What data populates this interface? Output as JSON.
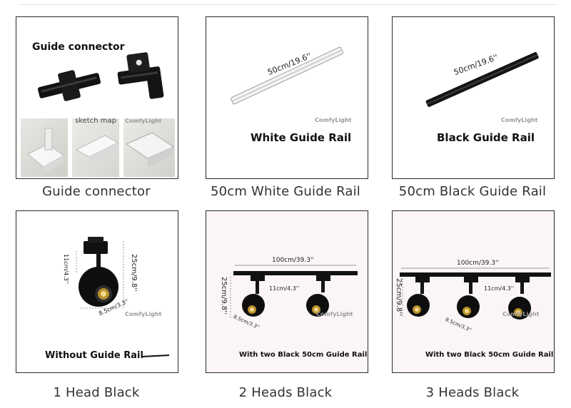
{
  "products": [
    {
      "caption": "Guide connector",
      "label": "Guide connector",
      "sketch_label": "sketch map",
      "watermark": "ComfyLight",
      "icon": "guide-connector"
    },
    {
      "caption": "50cm White Guide Rail",
      "dimension": "50cm/19.6''",
      "label": "White Guide Rail",
      "watermark": "ComfyLight",
      "rail_color": "#f2f2f2"
    },
    {
      "caption": "50cm Black Guide Rail",
      "dimension": "50cm/19.6''",
      "label": "Black Guide Rail",
      "watermark": "ComfyLight",
      "rail_color": "#1a1a1a"
    },
    {
      "caption": "1 Head Black",
      "label": "Without Guide Rail",
      "height": "25cm/9.8''",
      "stem": "11cm/4.3''",
      "head": "8.5cm/3.3''",
      "watermark": "ComfyLight"
    },
    {
      "caption": "2 Heads Black",
      "rail_length": "100cm/39.3''",
      "height": "25cm/9.8''",
      "stem": "11cm/4.3''",
      "head": "8.5cm/3.3''",
      "label": "With two Black 50cm Guide Rail",
      "watermark": "ComfyLight"
    },
    {
      "caption": "3 Heads Black",
      "rail_length": "100cm/39.3''",
      "height": "25cm/9.8''",
      "stem": "11cm/4.3''",
      "head": "8.5cm/3.3''",
      "label": "With two Black 50cm Guide Rail",
      "watermark": "ComfyLight"
    }
  ]
}
